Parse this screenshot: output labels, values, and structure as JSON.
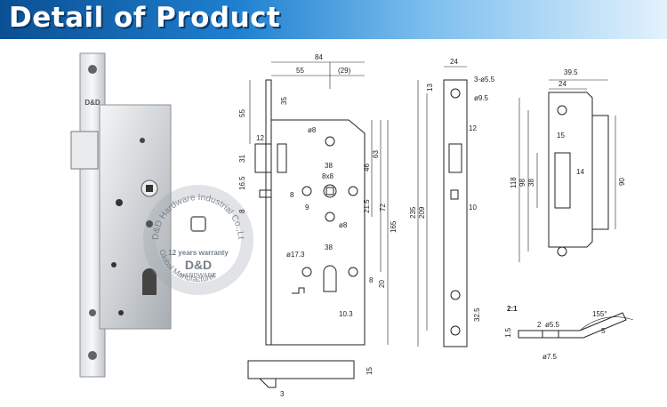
{
  "header": {
    "title": "Detail of Product"
  },
  "photo": {
    "faceplate_brand": "D&D",
    "watermark": {
      "ring_top": "D&D Hardware Industrial Co.,Ltd",
      "ring_bottom": "Global Manufacturer",
      "warranty": "12 years warranty",
      "brand": "D&D",
      "sub": "HARDWARE"
    }
  },
  "drawing_main": {
    "dims": {
      "overall_width": "84",
      "backset": "55",
      "front_to_cyl": "(29)",
      "top_35": "35",
      "left_55": "55",
      "latch_12": "12",
      "left_31": "31",
      "left_16_5": "16.5",
      "left_8": "8",
      "follower_dia": "ø8",
      "follower_sq": "8x8",
      "dim_38_top": "38",
      "dim_46": "46",
      "dim_63": "63",
      "dim_72": "72",
      "dim_165": "165",
      "dim_8_mid": "8",
      "dim_9": "9",
      "dim_21_5": "21.5",
      "screw_dia": "ø8",
      "cyl_dia": "ø17.3",
      "dim_38_low": "38",
      "dim_8_low": "8",
      "dim_20": "20",
      "dim_10_3": "10.3",
      "bolt_15": "15",
      "bolt_3": "3"
    }
  },
  "drawing_faceplate": {
    "dims": {
      "width": "24",
      "top_13": "13",
      "hole_spec": "3-ø5.5",
      "hole_dia": "ø9.5",
      "dim_235": "235",
      "dim_209": "209",
      "slot_12": "12",
      "slot_10": "10",
      "dim_32_5": "32.5"
    }
  },
  "drawing_strike": {
    "dims": {
      "width_39_5": "39.5",
      "width_24": "24",
      "dim_118": "118",
      "dim_98": "98",
      "dim_38": "38",
      "dim_15": "15",
      "dim_14": "14",
      "dim_90": "90"
    }
  },
  "detail": {
    "scale": "2:1",
    "angle": "155°",
    "dim_5": "5",
    "dim_1_5": "1.5",
    "dim_2": "2",
    "hole": "ø5.5",
    "counter": "ø7.5"
  }
}
